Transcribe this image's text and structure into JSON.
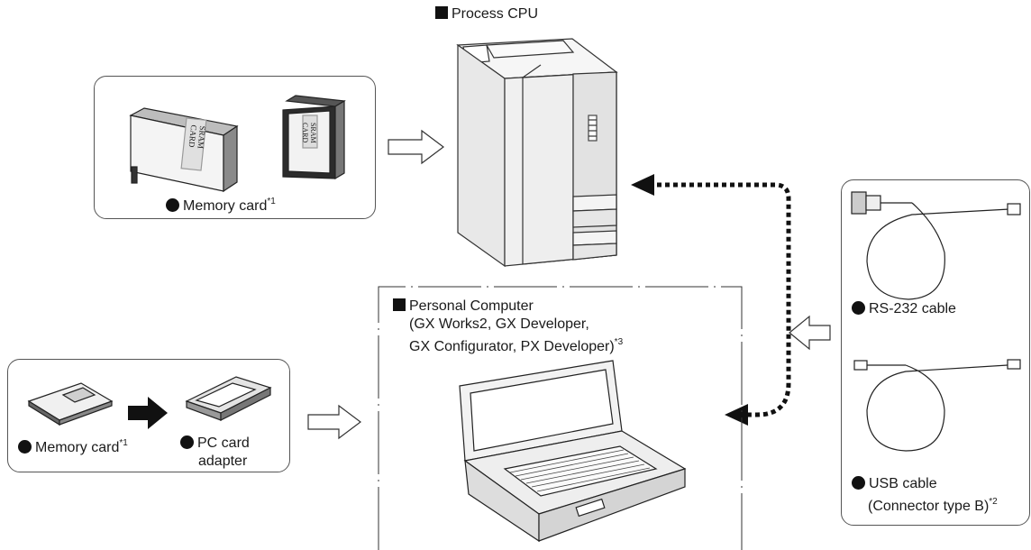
{
  "cpu": {
    "marker": "square",
    "title": "Process CPU"
  },
  "memory_card_top": {
    "label": "Memory card",
    "sup": "*1",
    "card_text_large": [
      "SRAM",
      "CARD"
    ],
    "card_text_small": [
      "SRAM",
      "CARD"
    ]
  },
  "personal_computer": {
    "title": "Personal Computer",
    "line2": "(GX Works2, GX Developer,",
    "line3": "GX Configurator, PX Developer)",
    "sup": "*3"
  },
  "left_box": {
    "memory_card_label": "Memory card",
    "memory_card_sup": "*1",
    "adapter_line1": "PC card",
    "adapter_line2": "adapter"
  },
  "cables": {
    "rs232_label": "RS-232 cable",
    "usb_line1": "USB cable",
    "usb_line2": "(Connector type B)",
    "usb_sup": "*2"
  }
}
